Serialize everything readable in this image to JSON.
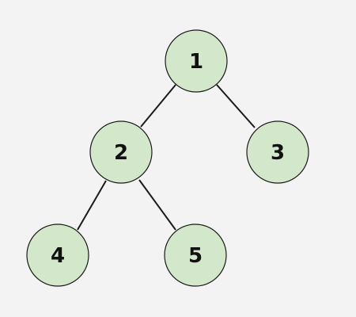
{
  "tree": {
    "node_fill": "#d3e8cb",
    "stroke_color": "#1a1a1a",
    "nodes": [
      {
        "id": "n1",
        "label": "1"
      },
      {
        "id": "n2",
        "label": "2"
      },
      {
        "id": "n3",
        "label": "3"
      },
      {
        "id": "n4",
        "label": "4"
      },
      {
        "id": "n5",
        "label": "5"
      }
    ],
    "edges": [
      {
        "from": "1",
        "to": "2"
      },
      {
        "from": "1",
        "to": "3"
      },
      {
        "from": "2",
        "to": "4"
      },
      {
        "from": "2",
        "to": "5"
      }
    ]
  }
}
